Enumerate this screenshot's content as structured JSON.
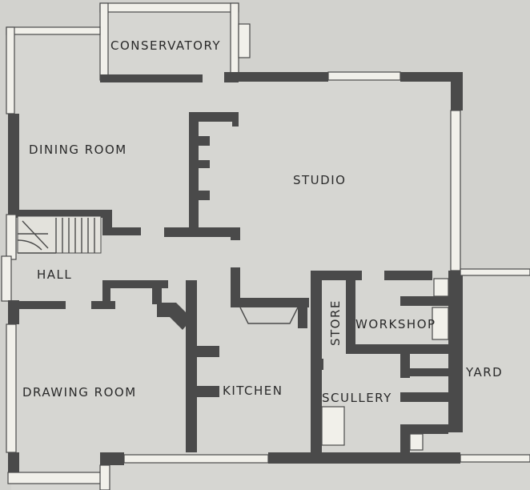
{
  "plan": {
    "rooms": {
      "conservatory": "CONSERVATORY",
      "dining_room": "DINING ROOM",
      "studio": "STUDIO",
      "hall": "HALL",
      "store": "STORE",
      "workshop": "WORKSHOP",
      "yard": "YARD",
      "drawing_room": "DRAWING ROOM",
      "kitchen": "KITCHEN",
      "scullery": "SCULLERY"
    }
  }
}
